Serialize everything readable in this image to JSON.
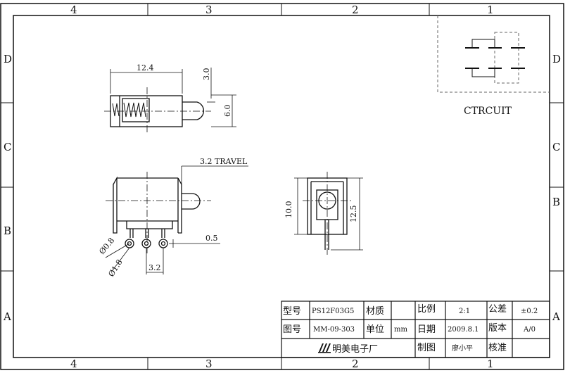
{
  "zones": {
    "top": [
      "4",
      "3",
      "2",
      "1"
    ],
    "bottom": [
      "4",
      "3",
      "2",
      "1"
    ],
    "left": [
      "D",
      "C",
      "B",
      "A"
    ],
    "right": [
      "D",
      "C",
      "B",
      "A"
    ]
  },
  "circuit_label": "CTRCUIT",
  "dims": {
    "top_length": "12.4",
    "top_plunger": "3.0",
    "top_height": "6.0",
    "travel": "3.2 TRAVEL",
    "pin_dia": "Ø0.8",
    "pad_dia": "Ø1.8",
    "pin_pitch": "3.2",
    "pin_offset": "0.5",
    "side_h1": "10.0",
    "side_h2": "12.5"
  },
  "title_block": {
    "model_label": "型号",
    "model_value": "PS12F03G5",
    "material_label": "材质",
    "material_value": "",
    "scale_label": "比例",
    "scale_value": "2:1",
    "tolerance_label": "公差",
    "tolerance_value": "±0.2",
    "drawing_no_label": "图号",
    "drawing_no_value": "MM-09-303",
    "unit_label": "单位",
    "unit_value": "mm",
    "date_label": "日期",
    "date_value": "2009.8.1",
    "version_label": "版本",
    "version_value": "A/0",
    "company": "明美电子厂",
    "drawn_label": "制图",
    "drawn_value": "廖小平",
    "check_label": "核准",
    "check_value": ""
  }
}
